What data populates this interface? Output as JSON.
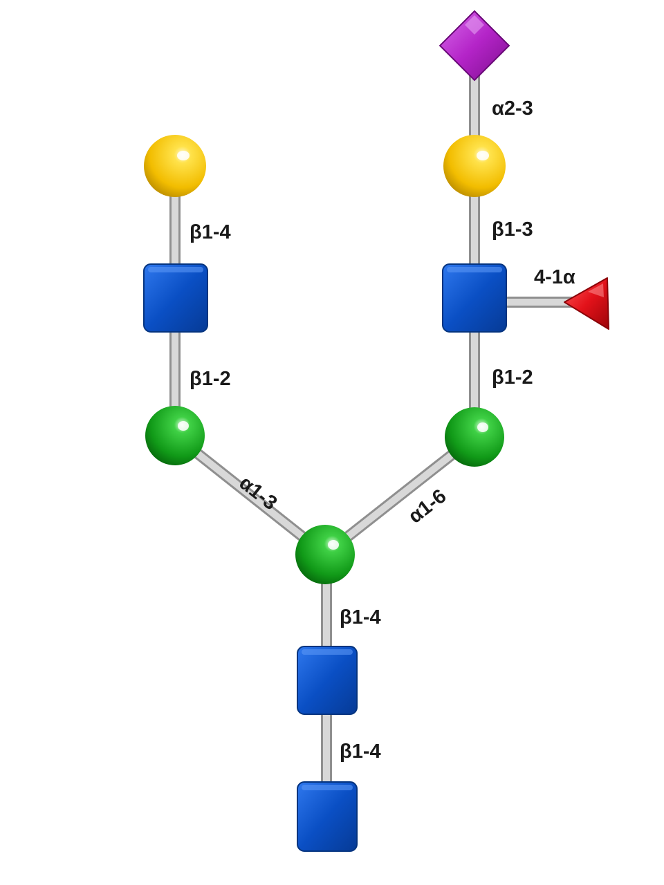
{
  "colors": {
    "background": "#ffffff",
    "bond": "#c9c9c9",
    "bond_edge": "#8f8f8f",
    "galactose_yellow": "#f5c400",
    "mannose_green": "#15a21c",
    "glcnac_blue": "#0a4fc4",
    "sialic_acid_purple": "#b424c8",
    "fucose_red": "#e3121a",
    "label_text": "#1a1a1a"
  },
  "residues": [
    {
      "id": "neu5ac",
      "shape": "diamond",
      "color_key": "sialic_acid_purple",
      "icon": "purple-diamond-icon"
    },
    {
      "id": "gal-right",
      "shape": "sphere",
      "color_key": "galactose_yellow",
      "icon": "yellow-sphere-icon"
    },
    {
      "id": "gal-left",
      "shape": "sphere",
      "color_key": "galactose_yellow",
      "icon": "yellow-sphere-icon"
    },
    {
      "id": "glcnac-left",
      "shape": "cube",
      "color_key": "glcnac_blue",
      "icon": "blue-cube-icon"
    },
    {
      "id": "glcnac-right",
      "shape": "cube",
      "color_key": "glcnac_blue",
      "icon": "blue-cube-icon"
    },
    {
      "id": "fuc",
      "shape": "triangle",
      "color_key": "fucose_red",
      "icon": "red-triangle-icon"
    },
    {
      "id": "man-left",
      "shape": "sphere",
      "color_key": "mannose_green",
      "icon": "green-sphere-icon"
    },
    {
      "id": "man-right",
      "shape": "sphere",
      "color_key": "mannose_green",
      "icon": "green-sphere-icon"
    },
    {
      "id": "man-core",
      "shape": "sphere",
      "color_key": "mannose_green",
      "icon": "green-sphere-icon"
    },
    {
      "id": "glcnac-core-1",
      "shape": "cube",
      "color_key": "glcnac_blue",
      "icon": "blue-cube-icon"
    },
    {
      "id": "glcnac-core-2",
      "shape": "cube",
      "color_key": "glcnac_blue",
      "icon": "blue-cube-icon"
    }
  ],
  "linkages": [
    {
      "id": "l1",
      "from": "neu5ac",
      "to": "gal-right",
      "label": "α2-3"
    },
    {
      "id": "l2",
      "from": "gal-right",
      "to": "glcnac-right",
      "label": "β1-3"
    },
    {
      "id": "l3",
      "from": "fuc",
      "to": "glcnac-right",
      "label": "4-1α"
    },
    {
      "id": "l4",
      "from": "gal-left",
      "to": "glcnac-left",
      "label": "β1-4"
    },
    {
      "id": "l5",
      "from": "glcnac-left",
      "to": "man-left",
      "label": "β1-2"
    },
    {
      "id": "l6",
      "from": "glcnac-right",
      "to": "man-right",
      "label": "β1-2"
    },
    {
      "id": "l7",
      "from": "man-left",
      "to": "man-core",
      "label": "α1-3"
    },
    {
      "id": "l8",
      "from": "man-right",
      "to": "man-core",
      "label": "α1-6"
    },
    {
      "id": "l9",
      "from": "man-core",
      "to": "glcnac-core-1",
      "label": "β1-4"
    },
    {
      "id": "l10",
      "from": "glcnac-core-1",
      "to": "glcnac-core-2",
      "label": "β1-4"
    }
  ]
}
